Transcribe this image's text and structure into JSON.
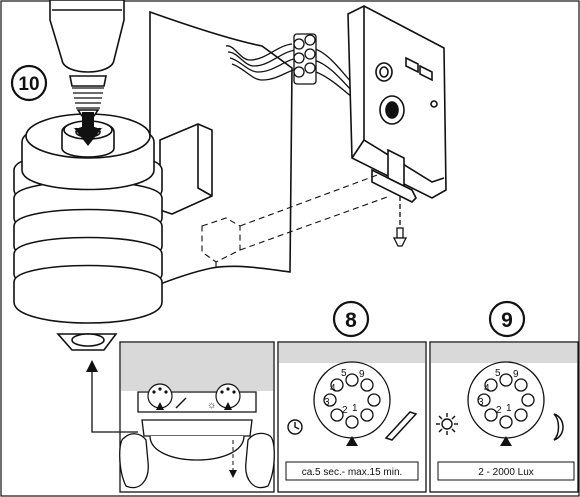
{
  "steps": {
    "step10": "10",
    "step8": "8",
    "step9": "9"
  },
  "panel8": {
    "caption": "ca.5 sec.- max.15 min.",
    "dial_numbers": [
      "9",
      "5",
      "4",
      "3",
      "2",
      "1"
    ]
  },
  "panel9": {
    "caption": "2 - 2000 Lux",
    "dial_numbers": [
      "9",
      "5",
      "4",
      "3",
      "2",
      "1"
    ]
  },
  "icons": {
    "timer": "clock-icon",
    "ramp": "ramp-icon",
    "day": "sun-icon",
    "night": "moon-icon"
  },
  "colors": {
    "ink": "#111111",
    "panel_gray": "#d9d9d9",
    "background": "#ffffff"
  }
}
